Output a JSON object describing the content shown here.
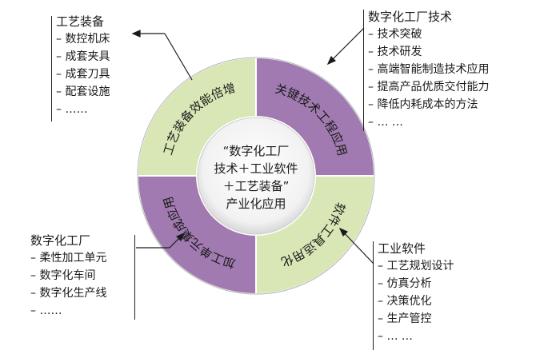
{
  "center": {
    "lines": [
      "“数字化工厂",
      "技术＋工业软件",
      "＋工艺装备”",
      "产业化应用"
    ]
  },
  "ring": {
    "tl": "工艺装备效能倍增",
    "tr": "关键技术工程应用",
    "bl": "加工单元集成应用",
    "br": "软件工具适用化"
  },
  "colors": {
    "green": "#d8e7b5",
    "purple": "#a07ab0",
    "inner": "#eaeaea"
  },
  "panels": {
    "equipment": {
      "title": "工艺装备",
      "items": [
        "数控机床",
        "成套夹具",
        "成套刀具",
        "配套设施",
        "……"
      ]
    },
    "tech": {
      "title": "数字化工厂技术",
      "items": [
        "技术突破",
        "技术研发",
        "高端智能制造技术应用",
        "提高产品优质交付能力",
        "降低内耗成本的方法",
        "… …"
      ]
    },
    "factory": {
      "title": "数字化工厂",
      "items": [
        "柔性加工单元",
        "数字化车间",
        "数字化生产线",
        "……"
      ]
    },
    "software": {
      "title": "工业软件",
      "items": [
        "工艺规划设计",
        "仿真分析",
        "决策优化",
        "生产管控",
        "… …"
      ]
    }
  }
}
